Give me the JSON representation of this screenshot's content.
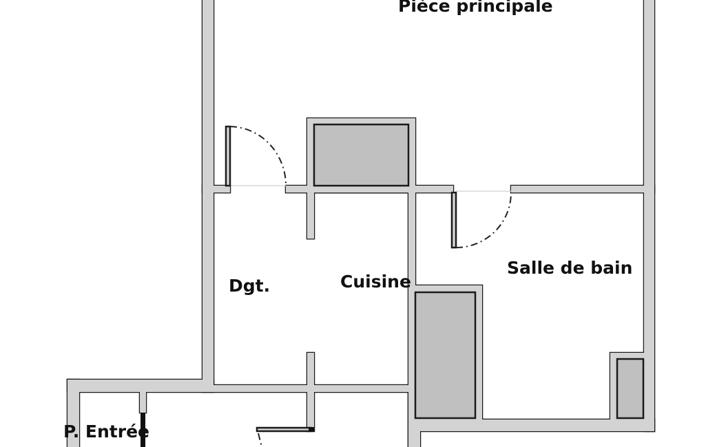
{
  "rooms": {
    "main": "Pièce principale",
    "corridor": "Dgt.",
    "kitchen": "Cuisine",
    "bathroom": "Salle de bain",
    "entrance": "P. Entrée"
  },
  "colors": {
    "wall": "#d3d3d3",
    "closet": "#c0c0c0",
    "line": "#1a1a1a"
  }
}
